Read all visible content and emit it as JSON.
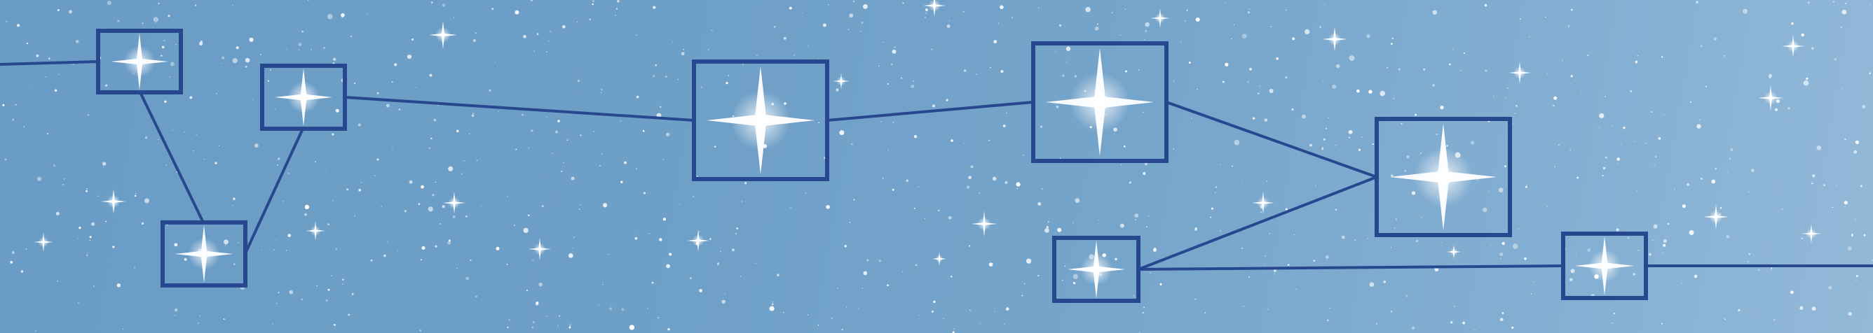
{
  "scene": {
    "kind": "constellation-banner",
    "palette": {
      "sky": "#6f9ec4",
      "line": "#27478f",
      "box": "#27478f",
      "star": "#ffffff"
    },
    "featured_stars": [
      {
        "id": "star-1"
      },
      {
        "id": "star-2"
      },
      {
        "id": "star-3"
      },
      {
        "id": "star-4"
      },
      {
        "id": "star-5"
      },
      {
        "id": "star-6"
      },
      {
        "id": "star-7"
      },
      {
        "id": "star-8"
      }
    ]
  }
}
